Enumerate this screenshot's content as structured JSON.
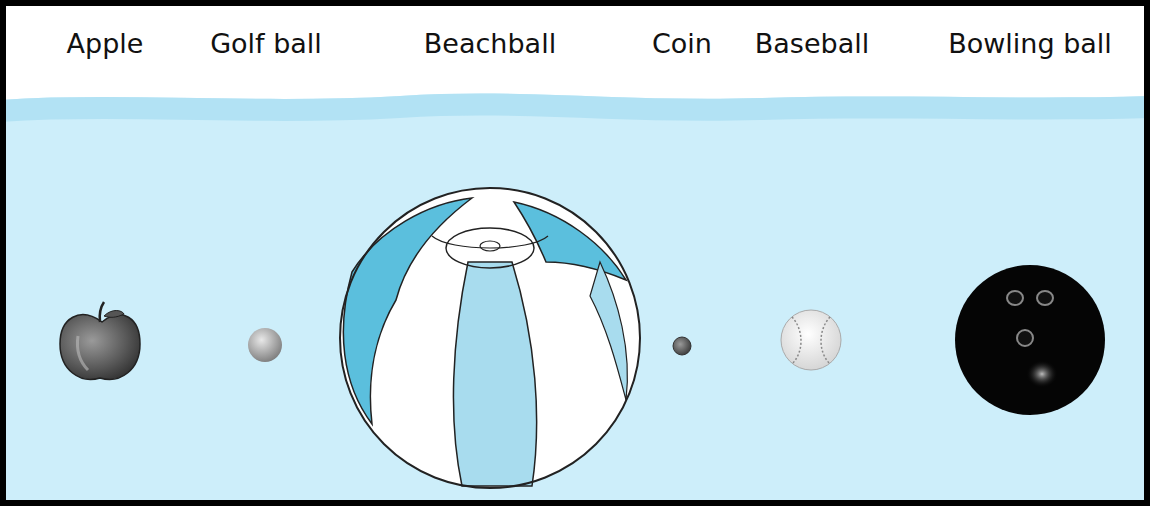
{
  "diagram": {
    "labels": [
      "Apple",
      "Golf ball",
      "Beachball",
      "Coin",
      "Baseball",
      "Bowling ball"
    ]
  }
}
